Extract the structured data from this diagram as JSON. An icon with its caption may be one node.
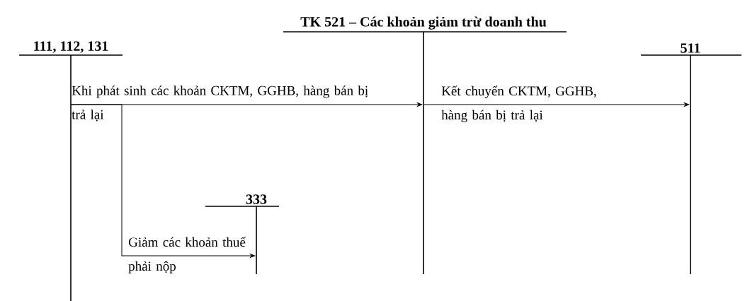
{
  "diagram": {
    "nodes": [
      {
        "text": [
          "111, 112, 131"
        ]
      },
      {
        "text": [
          "TK 521 – Các khoản giảm trừ doanh thu"
        ]
      },
      {
        "text": [
          "511"
        ]
      },
      {
        "text": [
          "333"
        ]
      }
    ],
    "edges": [
      {
        "from": 0,
        "to": 1,
        "arrow": "to",
        "label": "Khi phát sinh các khoản CKTM, GGHB, hàng bán bị trả lại"
      },
      {
        "from": 1,
        "to": 2,
        "arrow": "to",
        "label": "Kết chuyển CKTM, GGHB, hàng bán bị trả lại"
      },
      {
        "from": 0,
        "to": 3,
        "arrow": "to",
        "label": "Giảm các khoản thuế phải nộp"
      }
    ]
  }
}
